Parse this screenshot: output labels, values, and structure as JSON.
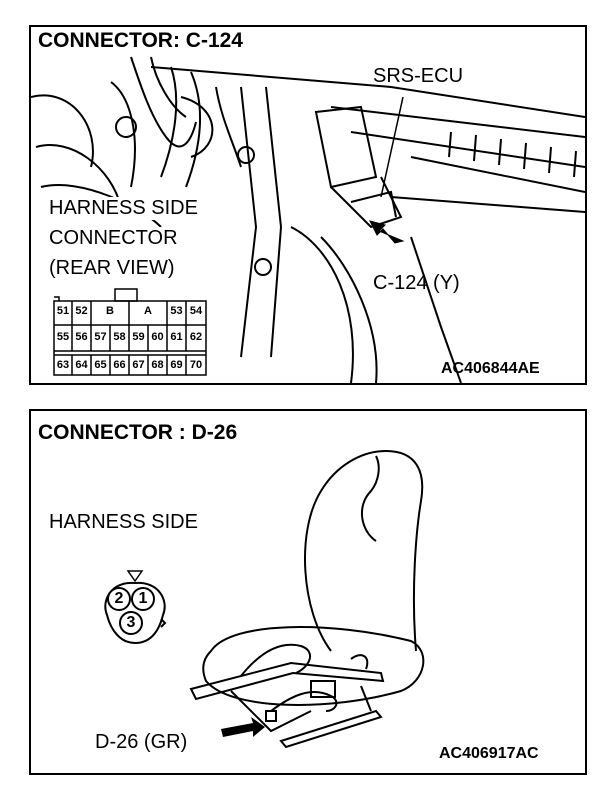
{
  "top": {
    "title": "CONNECTOR: C-124",
    "ecu_label": "SRS-ECU",
    "harness_lines": [
      "HARNESS SIDE",
      "CONNECTOR",
      "(REAR VIEW)"
    ],
    "connector_label": "C-124 (Y)",
    "code": "AC406844AE",
    "pins_row1": [
      "51",
      "52",
      "B",
      "A",
      "53",
      "54"
    ],
    "pins_row2": [
      "55",
      "56",
      "57",
      "58",
      "59",
      "60",
      "61",
      "62"
    ],
    "pins_row3": [
      "63",
      "64",
      "65",
      "66",
      "67",
      "68",
      "69",
      "70"
    ]
  },
  "bottom": {
    "title": "CONNECTOR : D-26",
    "harness_label": "HARNESS SIDE",
    "connector_label": "D-26 (GR)",
    "code": "AC406917AC",
    "pins": [
      "2",
      "1",
      "3"
    ]
  }
}
